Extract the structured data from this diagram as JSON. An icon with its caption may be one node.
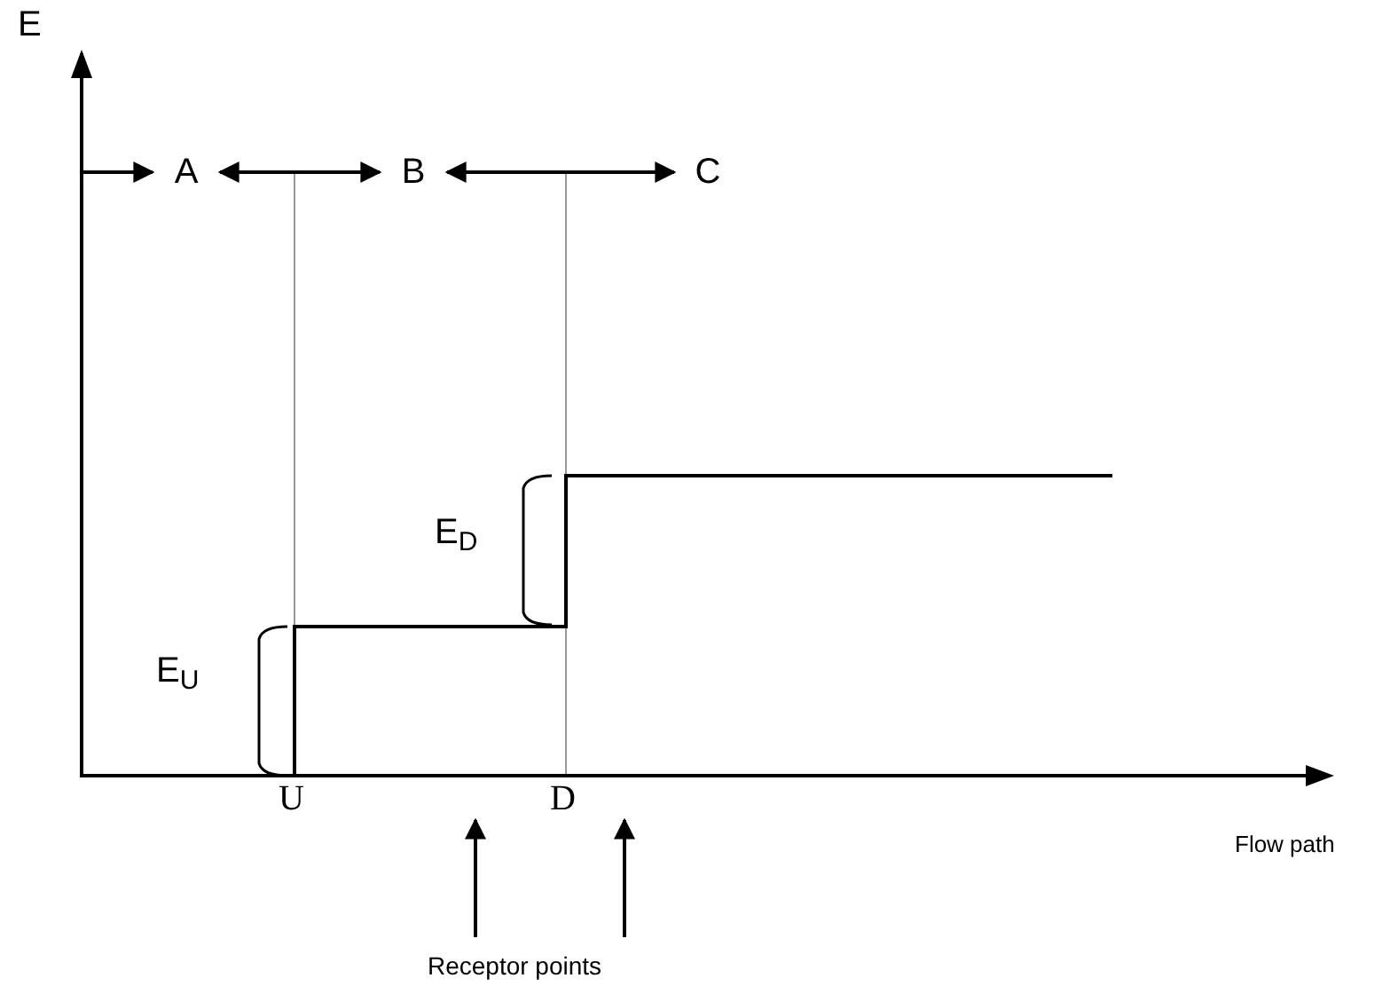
{
  "diagram": {
    "nodes": [
      {
        "text": [
          "A"
        ]
      },
      {
        "text": [
          "B"
        ]
      },
      {
        "text": [
          "C"
        ]
      },
      {
        "text": [
          "Receptor points"
        ]
      }
    ],
    "edges": [
      {
        "from": null,
        "to": 0,
        "arrow": "to"
      },
      {
        "from": 0,
        "to": 1,
        "arrow": "both"
      },
      {
        "from": 1,
        "to": 2,
        "arrow": "both"
      },
      {
        "from": 3,
        "to": null,
        "arrow": "to"
      },
      {
        "from": 3,
        "to": null,
        "arrow": "to"
      }
    ],
    "labels": [
      "E",
      "E$_{D}$",
      "E$_{U}$",
      "U",
      "D",
      "Flow path"
    ]
  }
}
